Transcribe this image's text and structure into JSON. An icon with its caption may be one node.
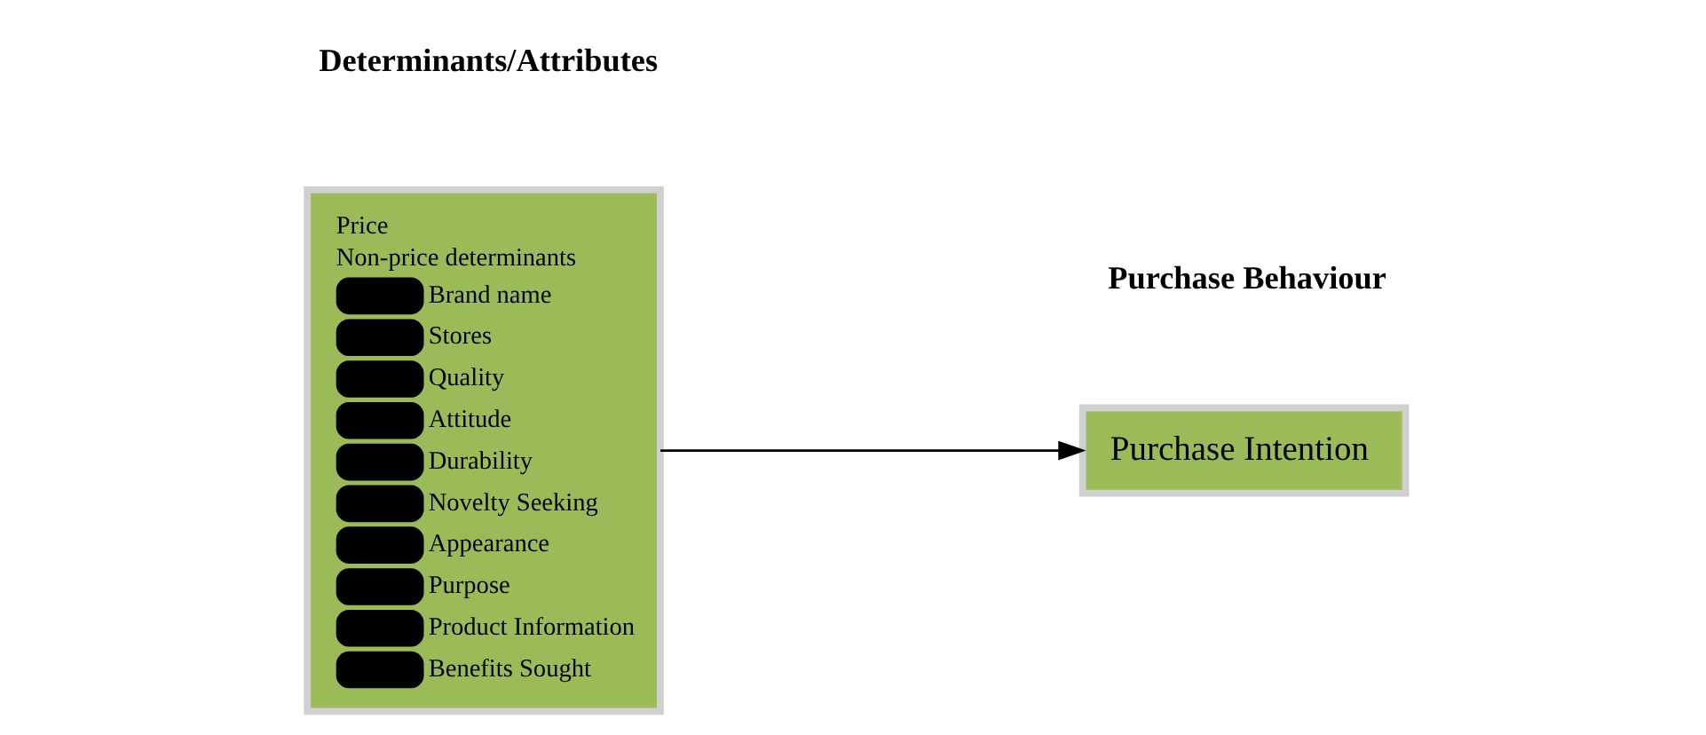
{
  "diagram": {
    "nodes": [
      {
        "text": [
          "Price",
          "Non-price determinants",
          "Brand name",
          "Stores",
          "Quality",
          "Attitude",
          "Durability",
          "Novelty Seeking",
          "Appearance",
          "Purpose",
          "Product Information",
          "Benefits Sought"
        ]
      },
      {
        "text": [
          "Purchase Intention"
        ]
      }
    ],
    "edges": [
      {
        "from": 0,
        "to": 1,
        "arrow": "to"
      }
    ],
    "labels": [
      "Determinants/Attributes",
      "Purchase Behaviour"
    ]
  }
}
